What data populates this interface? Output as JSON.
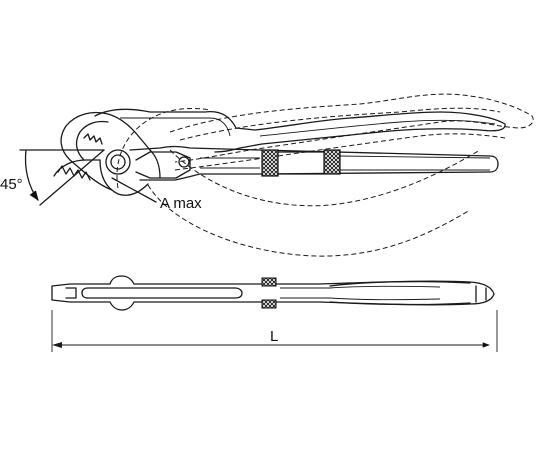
{
  "diagram": {
    "angle_label": "45°",
    "opening_label": "A max",
    "length_label": "L"
  }
}
